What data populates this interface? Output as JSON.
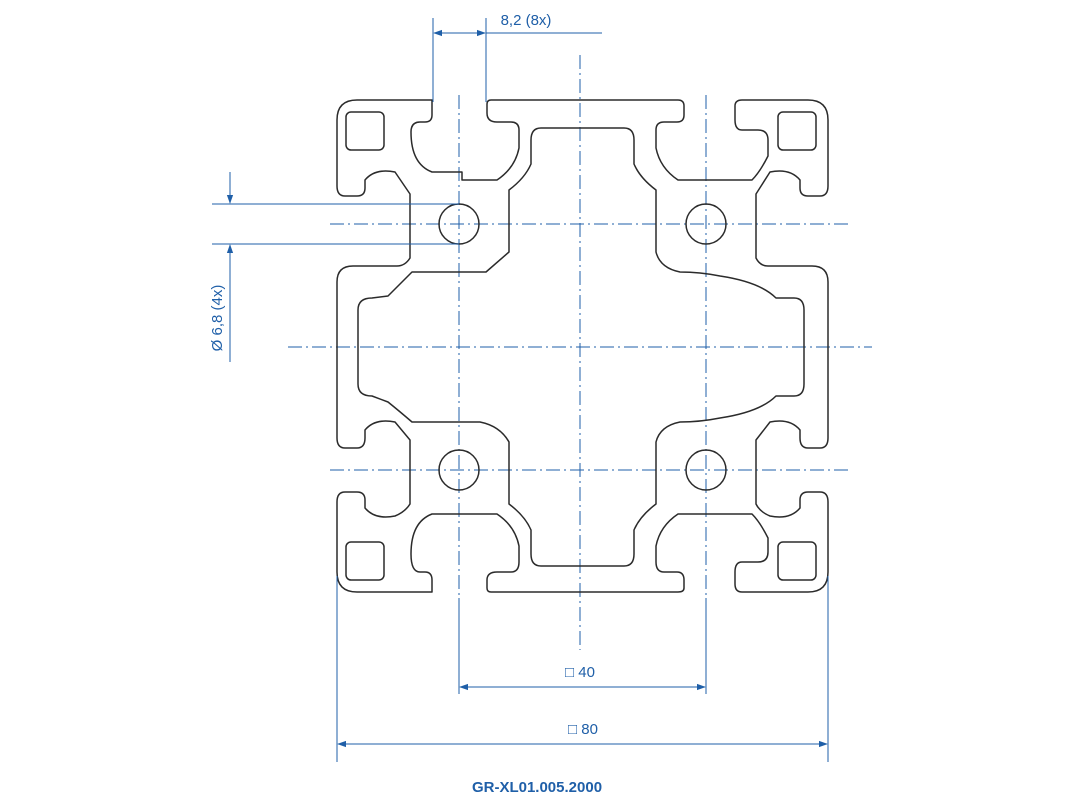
{
  "dimensions": {
    "slot_width": "8,2 (8x)",
    "hole_diameter": "Ø 6,8 (4x)",
    "inner_square": "□ 40",
    "outer_square": "□ 80"
  },
  "part_code": "GR-XL01.005.2000",
  "colors": {
    "profile_outline": "#2b2b2b",
    "dimension": "#1f5fa8",
    "centerline": "#1f5fa8",
    "part_code": "#1f5fa8",
    "background": "#ffffff"
  }
}
